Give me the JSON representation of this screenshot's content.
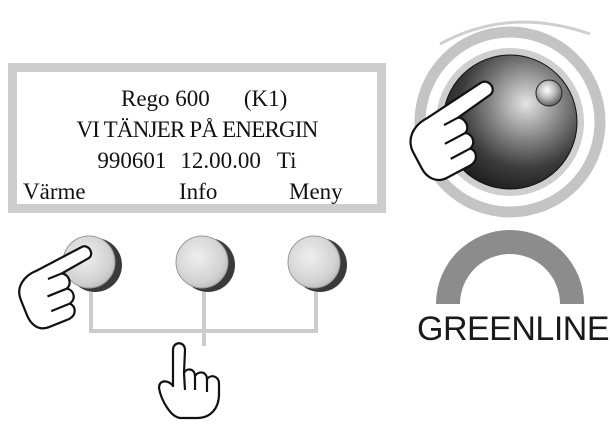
{
  "display": {
    "line1_model": "Rego 600",
    "line1_tag": "(K1)",
    "line2": "VI TÄNJER PÅ ENERGIN",
    "line3_date": "990601",
    "line3_time": "12.00.00",
    "line3_day": "Ti",
    "softkeys": [
      "Värme",
      "Info",
      "Meny"
    ]
  },
  "brand": {
    "name": "GREENLINE"
  },
  "icons": {
    "pointing_hands": [
      "hand-pointing-icon",
      "hand-pointing-up-icon"
    ]
  },
  "colors": {
    "lcd_frame": "#cdcdcd",
    "arc": "#8c8c8c",
    "knob_dark": "#1e1e1e",
    "knob_light": "#d8d8d8"
  }
}
